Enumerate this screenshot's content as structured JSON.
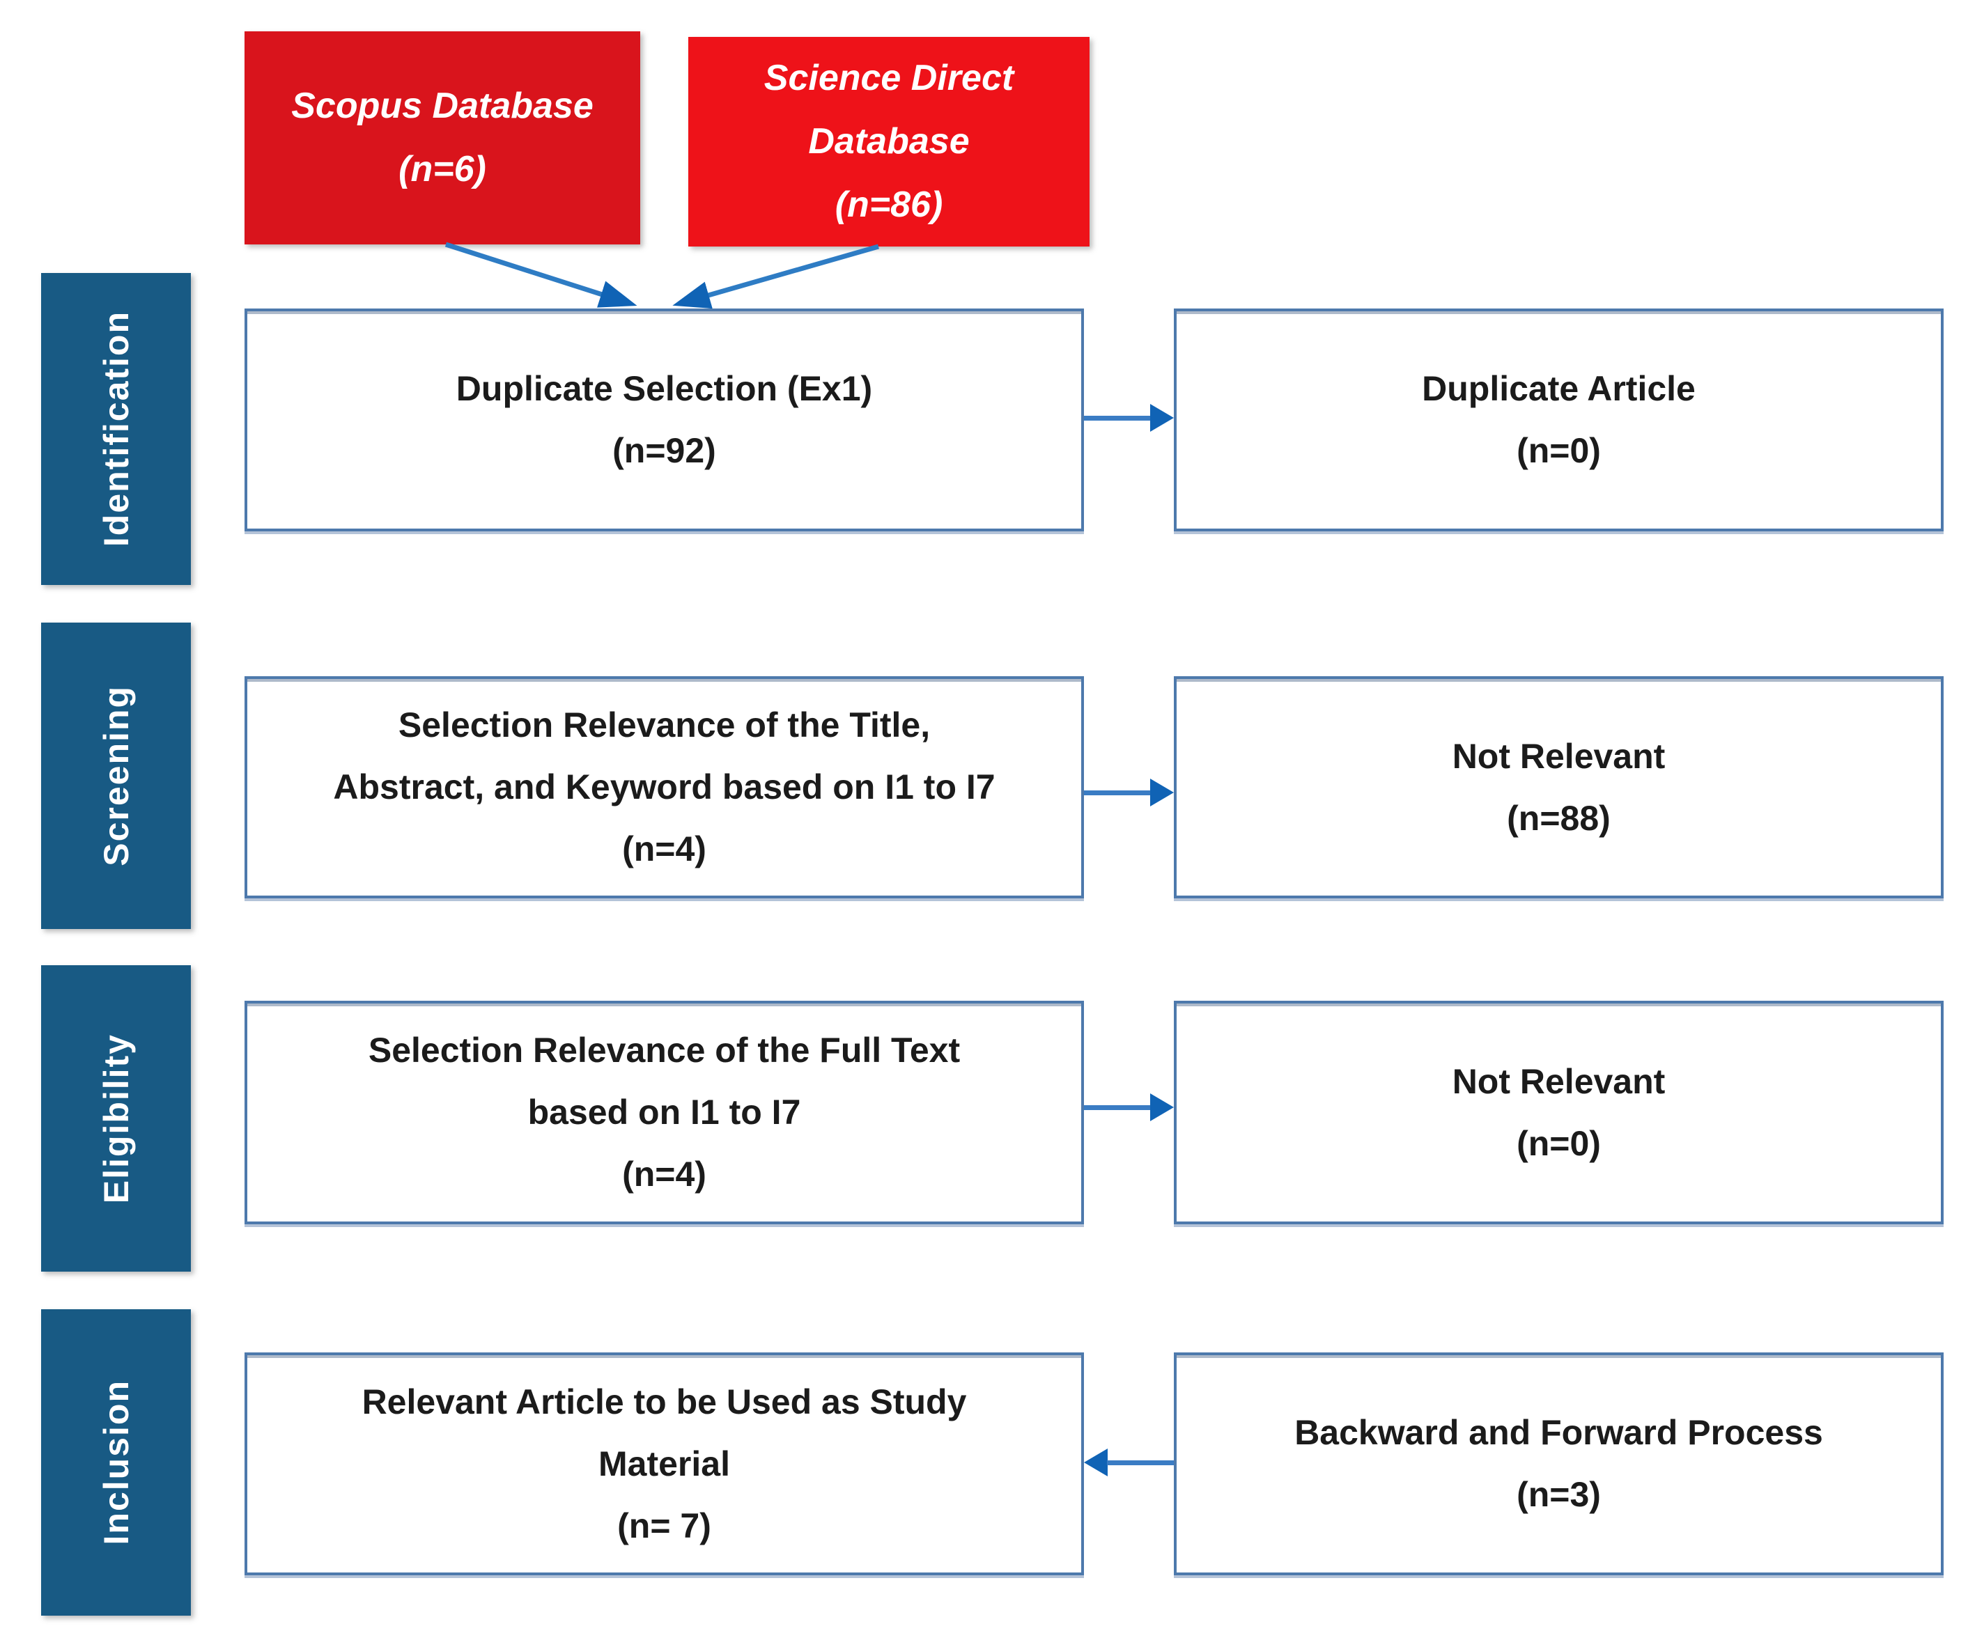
{
  "figure": {
    "type": "prisma-flow-diagram",
    "description_visible": false
  },
  "sources": [
    {
      "lines": [
        "Scopus Database",
        "(n=6)"
      ]
    },
    {
      "lines": [
        "Science Direct",
        "Database",
        "(n=86)"
      ]
    }
  ],
  "stages": [
    "Identification",
    "Screening",
    "Eligibility",
    "Inclusion"
  ],
  "rows": [
    {
      "left": [
        "Duplicate Selection (Ex1)",
        "(n=92)"
      ],
      "right": [
        "Duplicate Article",
        "(n=0)"
      ],
      "arrow": "right"
    },
    {
      "left": [
        "Selection Relevance of the Title,",
        "Abstract, and Keyword based on I1 to I7",
        "(n=4)"
      ],
      "right": [
        "Not Relevant",
        "(n=88)"
      ],
      "arrow": "right"
    },
    {
      "left": [
        "Selection Relevance of the Full Text",
        "based on I1 to I7",
        "(n=4)"
      ],
      "right": [
        "Not Relevant",
        "(n=0)"
      ],
      "arrow": "right"
    },
    {
      "left": [
        "Relevant Article to be Used as Study",
        "Material",
        "(n= 7)"
      ],
      "right": [
        "Backward and Forward Process",
        "(n=3)"
      ],
      "arrow": "left"
    }
  ],
  "colors": {
    "source_box_scopus": "#d9141c",
    "source_box_science_direct": "#ee1219",
    "stage_box": "#185a84",
    "flow_box_border": "#4d79ac",
    "arrow_shaft": "#3a7cc4",
    "arrow_head": "#1063b5",
    "box_text": "#1b1b1b",
    "light_text": "#ffffff",
    "background": "#ffffff"
  }
}
